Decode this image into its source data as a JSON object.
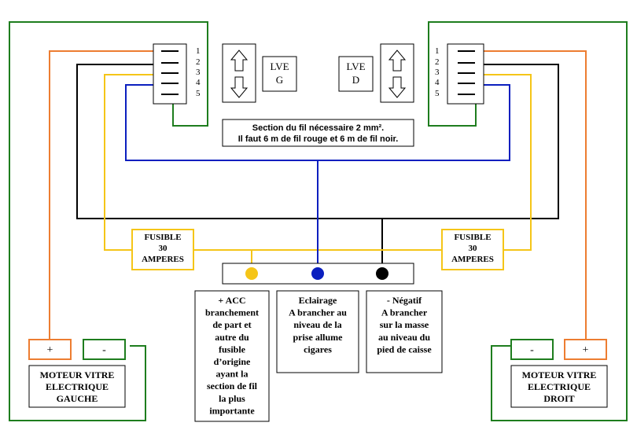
{
  "colors": {
    "orange": "#ed7d31",
    "green": "#1e7d1e",
    "black": "#000000",
    "yellow": "#f5c518",
    "blue": "#0b1fbf",
    "box_border": "#000000"
  },
  "left_switch": {
    "pins": [
      "1",
      "2",
      "3",
      "4",
      "5"
    ],
    "label_line1": "LVE",
    "label_line2": "G"
  },
  "right_switch": {
    "pins": [
      "1",
      "2",
      "3",
      "4",
      "5"
    ],
    "label_line1": "LVE",
    "label_line2": "D"
  },
  "note": {
    "line1": "Section du fil nécessaire 2 mm².",
    "line2": "Il faut 6 m de fil rouge et 6 m de fil noir."
  },
  "fuse_left": {
    "line1": "FUSIBLE",
    "line2": "30",
    "line3": "AMPERES"
  },
  "fuse_right": {
    "line1": "FUSIBLE",
    "line2": "30",
    "line3": "AMPERES"
  },
  "info_acc": {
    "lines": [
      "+ ACC",
      "branchement",
      "de part et",
      "autre du",
      "fusible",
      "d’origine",
      "ayant la",
      "section de fil",
      "la plus",
      "importante"
    ]
  },
  "info_eclairage": {
    "lines": [
      "Eclairage",
      "A brancher au",
      "niveau de la",
      "prise allume",
      "cigares"
    ]
  },
  "info_negatif": {
    "lines": [
      "-  Négatif",
      "A brancher",
      "sur la masse",
      "au niveau du",
      "pied de caisse"
    ]
  },
  "motor_left": {
    "plus": "+",
    "minus": "-",
    "lines": [
      "MOTEUR VITRE",
      "ELECTRIQUE",
      "GAUCHE"
    ]
  },
  "motor_right": {
    "plus": "+",
    "minus": "-",
    "lines": [
      "MOTEUR VITRE",
      "ELECTRIQUE",
      "DROIT"
    ]
  }
}
